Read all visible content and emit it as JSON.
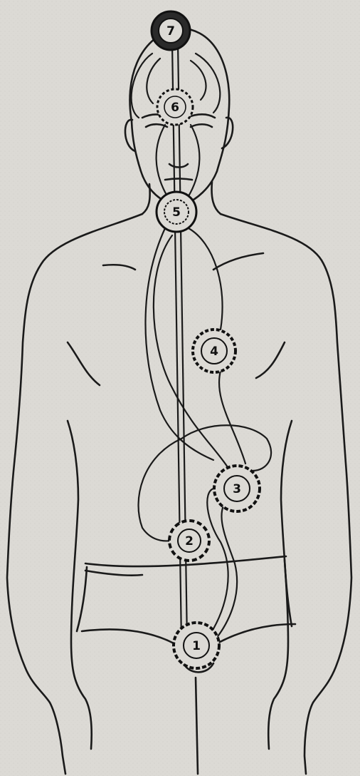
{
  "diagram": {
    "chakras": [
      {
        "id": "chakra-1",
        "label": "1"
      },
      {
        "id": "chakra-2",
        "label": "2"
      },
      {
        "id": "chakra-3",
        "label": "3"
      },
      {
        "id": "chakra-4",
        "label": "4"
      },
      {
        "id": "chakra-5",
        "label": "5"
      },
      {
        "id": "chakra-6",
        "label": "6"
      },
      {
        "id": "chakra-7",
        "label": "7"
      }
    ],
    "colors": {
      "ink": "#1a1a1a",
      "paper": "#dcdad5",
      "crown_fill": "#2a2a2a"
    }
  }
}
